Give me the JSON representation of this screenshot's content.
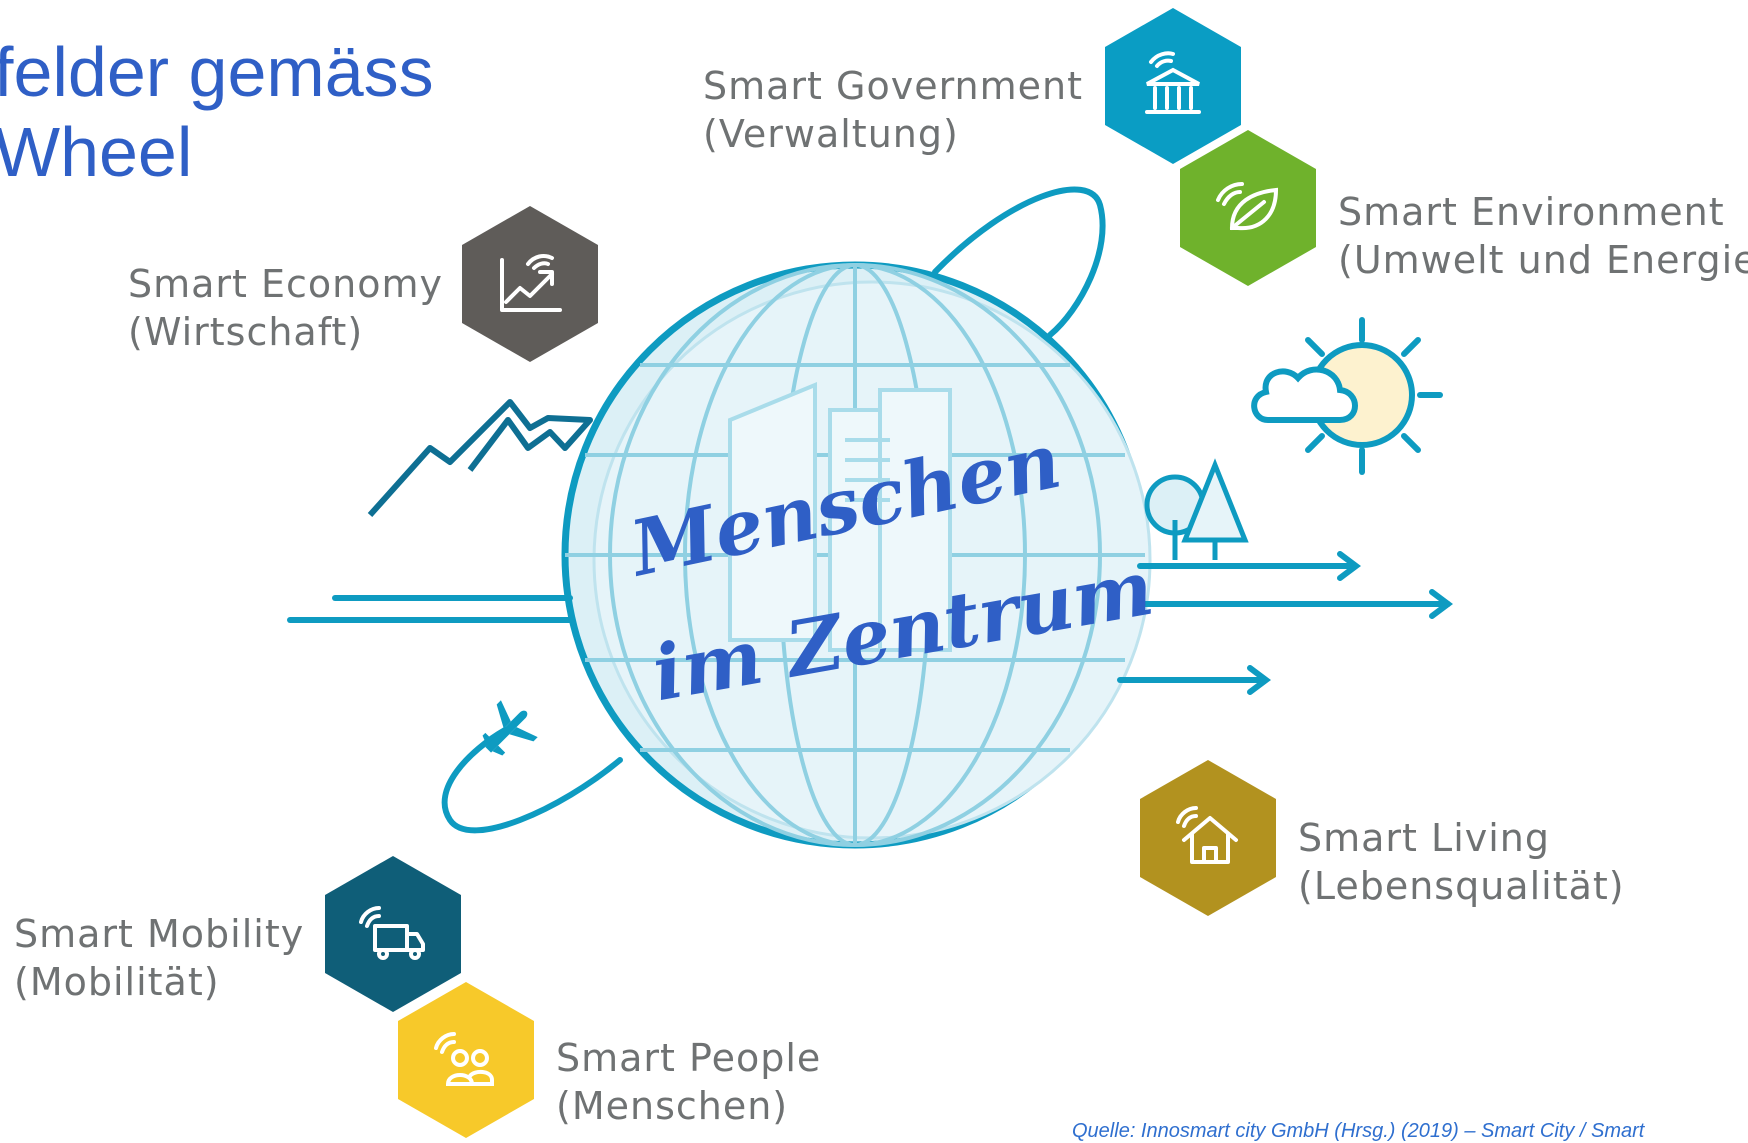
{
  "title": {
    "line1": "felder gemäss",
    "line2": "Wheel"
  },
  "center": {
    "line1": "Menschen",
    "line2": "im Zentrum"
  },
  "areas": {
    "government": {
      "name": "Smart Government",
      "sub": "(Verwaltung)",
      "color": "#0a9dc4",
      "icon": "government-building-icon"
    },
    "environment": {
      "name": "Smart Environment",
      "sub": "(Umwelt und Energie)",
      "color": "#6fb22c",
      "icon": "leaf-icon"
    },
    "economy": {
      "name": "Smart Economy",
      "sub": "(Wirtschaft)",
      "color": "#5f5c59",
      "icon": "growth-chart-icon"
    },
    "living": {
      "name": "Smart Living",
      "sub": "(Lebensqualität)",
      "color": "#b2921f",
      "icon": "house-icon"
    },
    "mobility": {
      "name": "Smart Mobility",
      "sub": "(Mobilität)",
      "color": "#0f5e78",
      "icon": "truck-icon"
    },
    "people": {
      "name": "Smart People",
      "sub": "(Menschen)",
      "color": "#f7c92a",
      "icon": "people-icon"
    }
  },
  "source": "Quelle: Innosmart city GmbH (Hrsg.) (2019) – Smart City / Smart"
}
